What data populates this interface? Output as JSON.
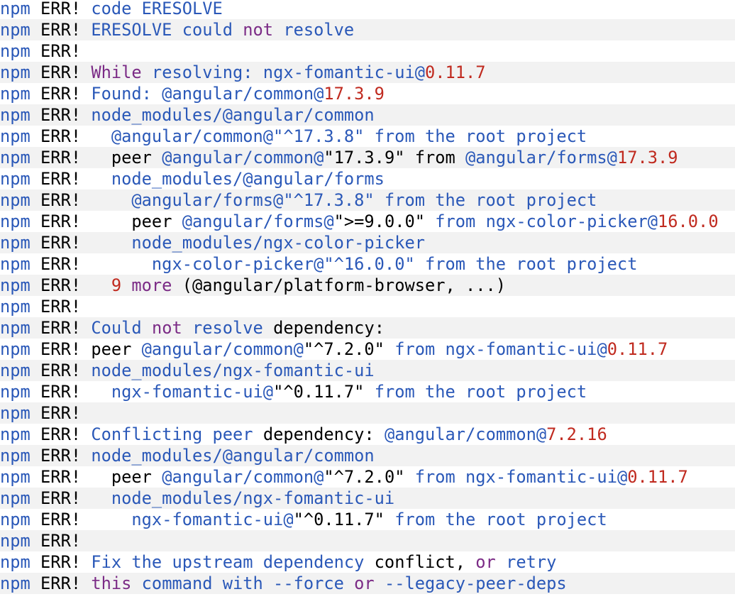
{
  "colors": {
    "black": "#000000",
    "blue": "#2a58b8",
    "purple": "#7b2b86",
    "red": "#c02a1f",
    "background": "#ffffff",
    "stripe": "#f2f2f2"
  },
  "lines": [
    [
      [
        "blue",
        "npm "
      ],
      [
        "black",
        "ERR! "
      ],
      [
        "blue",
        "code ERESOLVE"
      ]
    ],
    [
      [
        "blue",
        "npm "
      ],
      [
        "black",
        "ERR! "
      ],
      [
        "blue",
        "ERESOLVE could "
      ],
      [
        "purple",
        "not"
      ],
      [
        "blue",
        " resolve"
      ]
    ],
    [
      [
        "blue",
        "npm "
      ],
      [
        "black",
        "ERR!"
      ]
    ],
    [
      [
        "blue",
        "npm "
      ],
      [
        "black",
        "ERR! "
      ],
      [
        "purple",
        "While"
      ],
      [
        "blue",
        " resolving: ngx-fomantic-ui@"
      ],
      [
        "red",
        "0.11.7"
      ]
    ],
    [
      [
        "blue",
        "npm "
      ],
      [
        "black",
        "ERR! "
      ],
      [
        "blue",
        "Found: @angular/common@"
      ],
      [
        "red",
        "17.3.9"
      ]
    ],
    [
      [
        "blue",
        "npm "
      ],
      [
        "black",
        "ERR! "
      ],
      [
        "blue",
        "node_modules/@angular/common"
      ]
    ],
    [
      [
        "blue",
        "npm "
      ],
      [
        "black",
        "ERR!   "
      ],
      [
        "blue",
        "@angular/common@\"^17.3.8\" from the root project"
      ]
    ],
    [
      [
        "blue",
        "npm "
      ],
      [
        "black",
        "ERR!   "
      ],
      [
        "black",
        "peer "
      ],
      [
        "blue",
        "@angular/common@"
      ],
      [
        "black",
        "\"17.3.9\" from "
      ],
      [
        "blue",
        "@angular/forms@"
      ],
      [
        "red",
        "17.3.9"
      ]
    ],
    [
      [
        "blue",
        "npm "
      ],
      [
        "black",
        "ERR!   "
      ],
      [
        "blue",
        "node_modules/@angular/forms"
      ]
    ],
    [
      [
        "blue",
        "npm "
      ],
      [
        "black",
        "ERR!     "
      ],
      [
        "blue",
        "@angular/forms@\"^17.3.8\" from the root project"
      ]
    ],
    [
      [
        "blue",
        "npm "
      ],
      [
        "black",
        "ERR!     "
      ],
      [
        "black",
        "peer "
      ],
      [
        "blue",
        "@angular/forms@"
      ],
      [
        "black",
        "\">=9.0.0\" "
      ],
      [
        "blue",
        "from ngx-color-picker@"
      ],
      [
        "red",
        "16.0.0"
      ]
    ],
    [
      [
        "blue",
        "npm "
      ],
      [
        "black",
        "ERR!     "
      ],
      [
        "blue",
        "node_modules/ngx-color-picker"
      ]
    ],
    [
      [
        "blue",
        "npm "
      ],
      [
        "black",
        "ERR!       "
      ],
      [
        "blue",
        "ngx-color-picker@\"^16.0.0\" from the root project"
      ]
    ],
    [
      [
        "blue",
        "npm "
      ],
      [
        "black",
        "ERR!   "
      ],
      [
        "red",
        "9"
      ],
      [
        "purple",
        " more"
      ],
      [
        "black",
        " (@angular/platform-browser, ...)"
      ]
    ],
    [
      [
        "blue",
        "npm "
      ],
      [
        "black",
        "ERR!"
      ]
    ],
    [
      [
        "blue",
        "npm "
      ],
      [
        "black",
        "ERR! "
      ],
      [
        "blue",
        "Could "
      ],
      [
        "purple",
        "not"
      ],
      [
        "blue",
        " resolve "
      ],
      [
        "black",
        "dependency:"
      ]
    ],
    [
      [
        "blue",
        "npm "
      ],
      [
        "black",
        "ERR! "
      ],
      [
        "black",
        "peer "
      ],
      [
        "blue",
        "@angular/common@"
      ],
      [
        "black",
        "\"^7.2.0\" "
      ],
      [
        "blue",
        "from ngx-fomantic-ui@"
      ],
      [
        "red",
        "0.11.7"
      ]
    ],
    [
      [
        "blue",
        "npm "
      ],
      [
        "black",
        "ERR! "
      ],
      [
        "blue",
        "node_modules/ngx-fomantic-ui"
      ]
    ],
    [
      [
        "blue",
        "npm "
      ],
      [
        "black",
        "ERR!   "
      ],
      [
        "blue",
        "ngx-fomantic-ui@"
      ],
      [
        "black",
        "\"^0.11.7\" "
      ],
      [
        "blue",
        "from the root project"
      ]
    ],
    [
      [
        "blue",
        "npm "
      ],
      [
        "black",
        "ERR!"
      ]
    ],
    [
      [
        "blue",
        "npm "
      ],
      [
        "black",
        "ERR! "
      ],
      [
        "blue",
        "Conflicting peer "
      ],
      [
        "black",
        "dependency: "
      ],
      [
        "blue",
        "@angular/common@"
      ],
      [
        "red",
        "7.2.16"
      ]
    ],
    [
      [
        "blue",
        "npm "
      ],
      [
        "black",
        "ERR! "
      ],
      [
        "blue",
        "node_modules/@angular/common"
      ]
    ],
    [
      [
        "blue",
        "npm "
      ],
      [
        "black",
        "ERR!   "
      ],
      [
        "black",
        "peer "
      ],
      [
        "blue",
        "@angular/common@"
      ],
      [
        "black",
        "\"^7.2.0\" "
      ],
      [
        "blue",
        "from ngx-fomantic-ui@"
      ],
      [
        "red",
        "0.11.7"
      ]
    ],
    [
      [
        "blue",
        "npm "
      ],
      [
        "black",
        "ERR!   "
      ],
      [
        "blue",
        "node_modules/ngx-fomantic-ui"
      ]
    ],
    [
      [
        "blue",
        "npm "
      ],
      [
        "black",
        "ERR!     "
      ],
      [
        "blue",
        "ngx-fomantic-ui@"
      ],
      [
        "black",
        "\"^0.11.7\" "
      ],
      [
        "blue",
        "from the root project"
      ]
    ],
    [
      [
        "blue",
        "npm "
      ],
      [
        "black",
        "ERR!"
      ]
    ],
    [
      [
        "blue",
        "npm "
      ],
      [
        "black",
        "ERR! "
      ],
      [
        "blue",
        "Fix the upstream dependency "
      ],
      [
        "black",
        "conflict, "
      ],
      [
        "purple",
        "or"
      ],
      [
        "blue",
        " retry"
      ]
    ],
    [
      [
        "blue",
        "npm "
      ],
      [
        "black",
        "ERR! "
      ],
      [
        "purple",
        "this"
      ],
      [
        "blue",
        " command with --force "
      ],
      [
        "purple",
        "or"
      ],
      [
        "blue",
        " --legacy-peer-deps"
      ]
    ]
  ]
}
